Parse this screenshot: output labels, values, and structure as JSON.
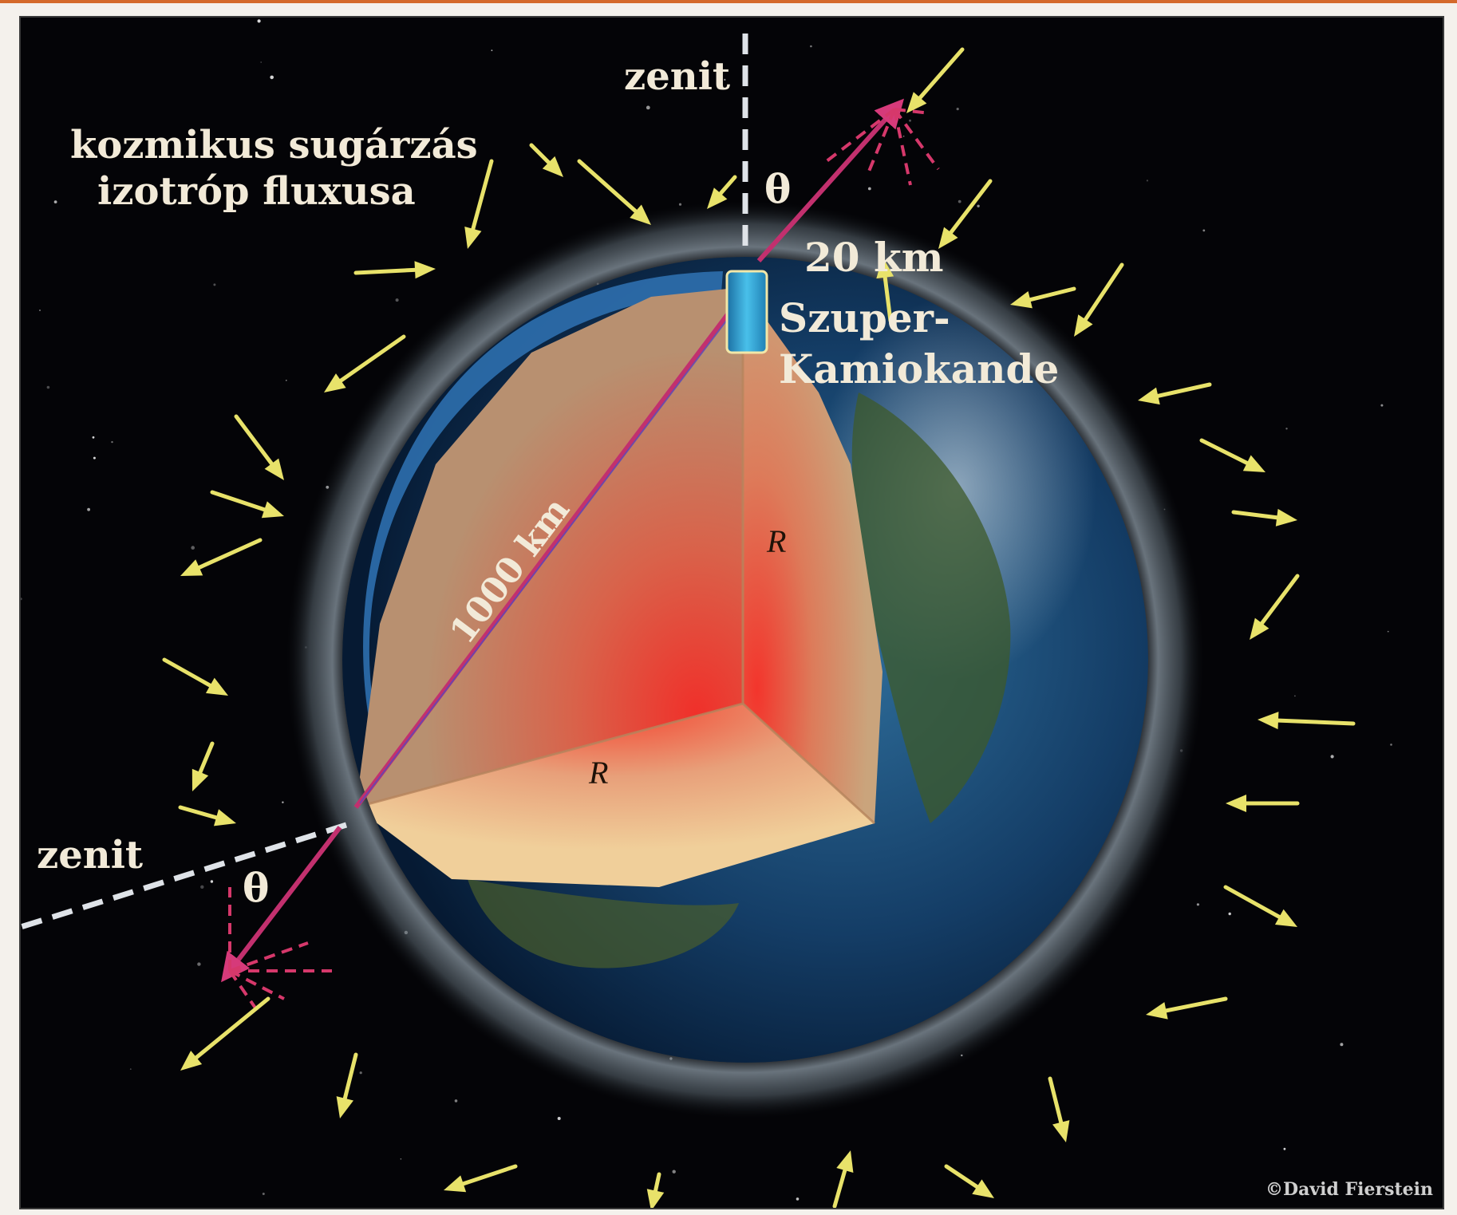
{
  "labels": {
    "title_line1": "kozmikus sugárzás",
    "title_line2": "izotróp fluxusa",
    "zenith_top": "zenit",
    "zenith_bottom": "zenit",
    "theta_top": "θ",
    "theta_bottom": "θ",
    "depth": "20 km",
    "detector_line1": "Szuper-",
    "detector_line2": "Kamiokande",
    "path_length": "1000 km",
    "radius_1": "R",
    "radius_2": "R",
    "credit": "©David Fierstein"
  },
  "icons": {
    "rays": "cosmic-ray-arrow-icon",
    "shower": "particle-shower-icon",
    "detector": "detector-tank-icon"
  },
  "colors": {
    "background": "#040407",
    "frame_accent": "#d4692a",
    "label_text": "#f2ead8",
    "ray_yellow": "#e8e26a",
    "neutrino_path": "#c2306e",
    "atmosphere": "#2e6fae",
    "interior_hot": "#e8312a",
    "interior_crust": "#c9a074",
    "detector": "#35a8d6"
  }
}
